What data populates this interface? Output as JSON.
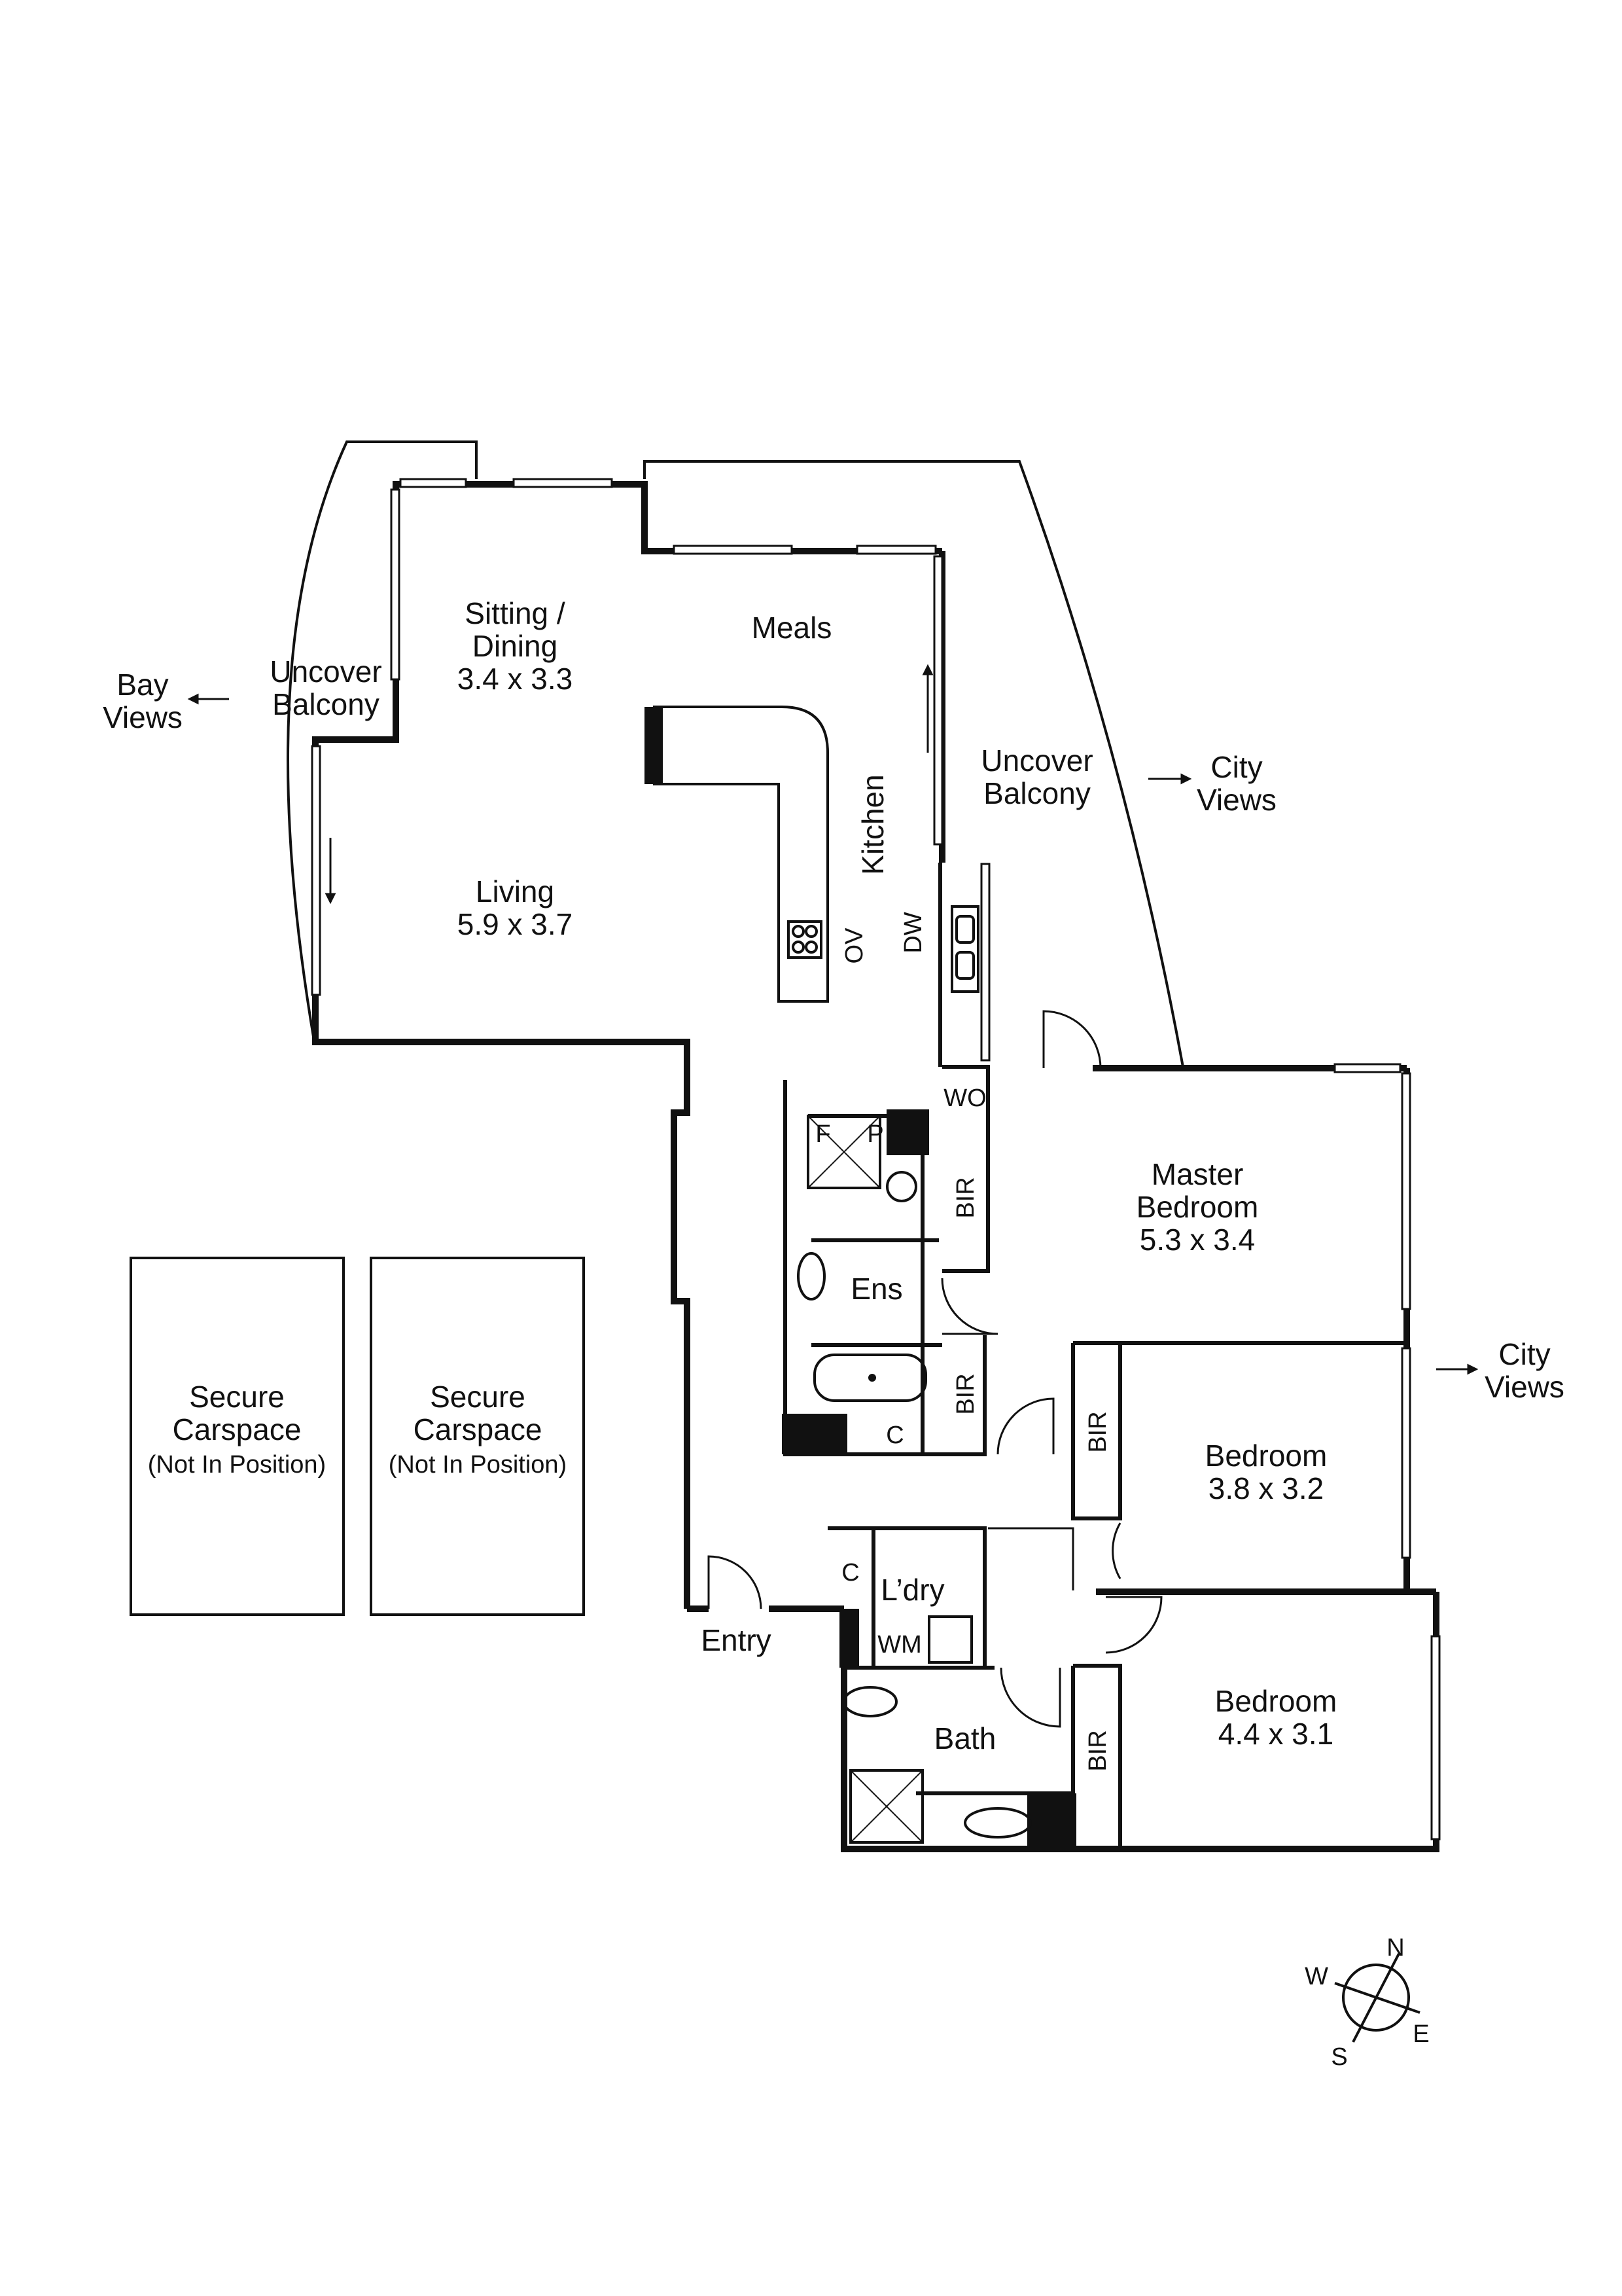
{
  "labels": {
    "bay_views": [
      "Bay",
      "Views"
    ],
    "west_balcony": [
      "Uncover",
      "Balcony"
    ],
    "sitting_dining": [
      "Sitting /",
      "Dining",
      "3.4 x 3.3"
    ],
    "meals": "Meals",
    "kitchen": "Kitchen",
    "east_balcony": [
      "Uncover",
      "Balcony"
    ],
    "city_views_top": [
      "City",
      "Views"
    ],
    "living": [
      "Living",
      "5.9 x 3.7"
    ],
    "oven": "OV",
    "dishwasher": "DW",
    "walk_in_robe": "WO",
    "fridge": "F",
    "pantry": "P",
    "master_bir": "BIR",
    "master_bedroom": [
      "Master",
      "Bedroom",
      "5.3 x 3.4"
    ],
    "ensuite": "Ens",
    "ensuite_bir": "BIR",
    "ensuite_cupboard": "C",
    "city_views_right": [
      "City",
      "Views"
    ],
    "bedroom2_bir": "BIR",
    "bedroom2": [
      "Bedroom",
      "3.8 x 3.2"
    ],
    "carspace1": [
      "Secure",
      "Carspace",
      "(Not In Position)"
    ],
    "carspace2": [
      "Secure",
      "Carspace",
      "(Not In Position)"
    ],
    "laundry_cupboard": "C",
    "laundry": "L’dry",
    "washing_machine": "WM",
    "entry": "Entry",
    "bath": "Bath",
    "bedroom3_bir": "BIR",
    "bedroom3": [
      "Bedroom",
      "4.4 x 3.1"
    ]
  },
  "compass": {
    "north": "N",
    "west": "W",
    "east": "E",
    "south": "S"
  }
}
